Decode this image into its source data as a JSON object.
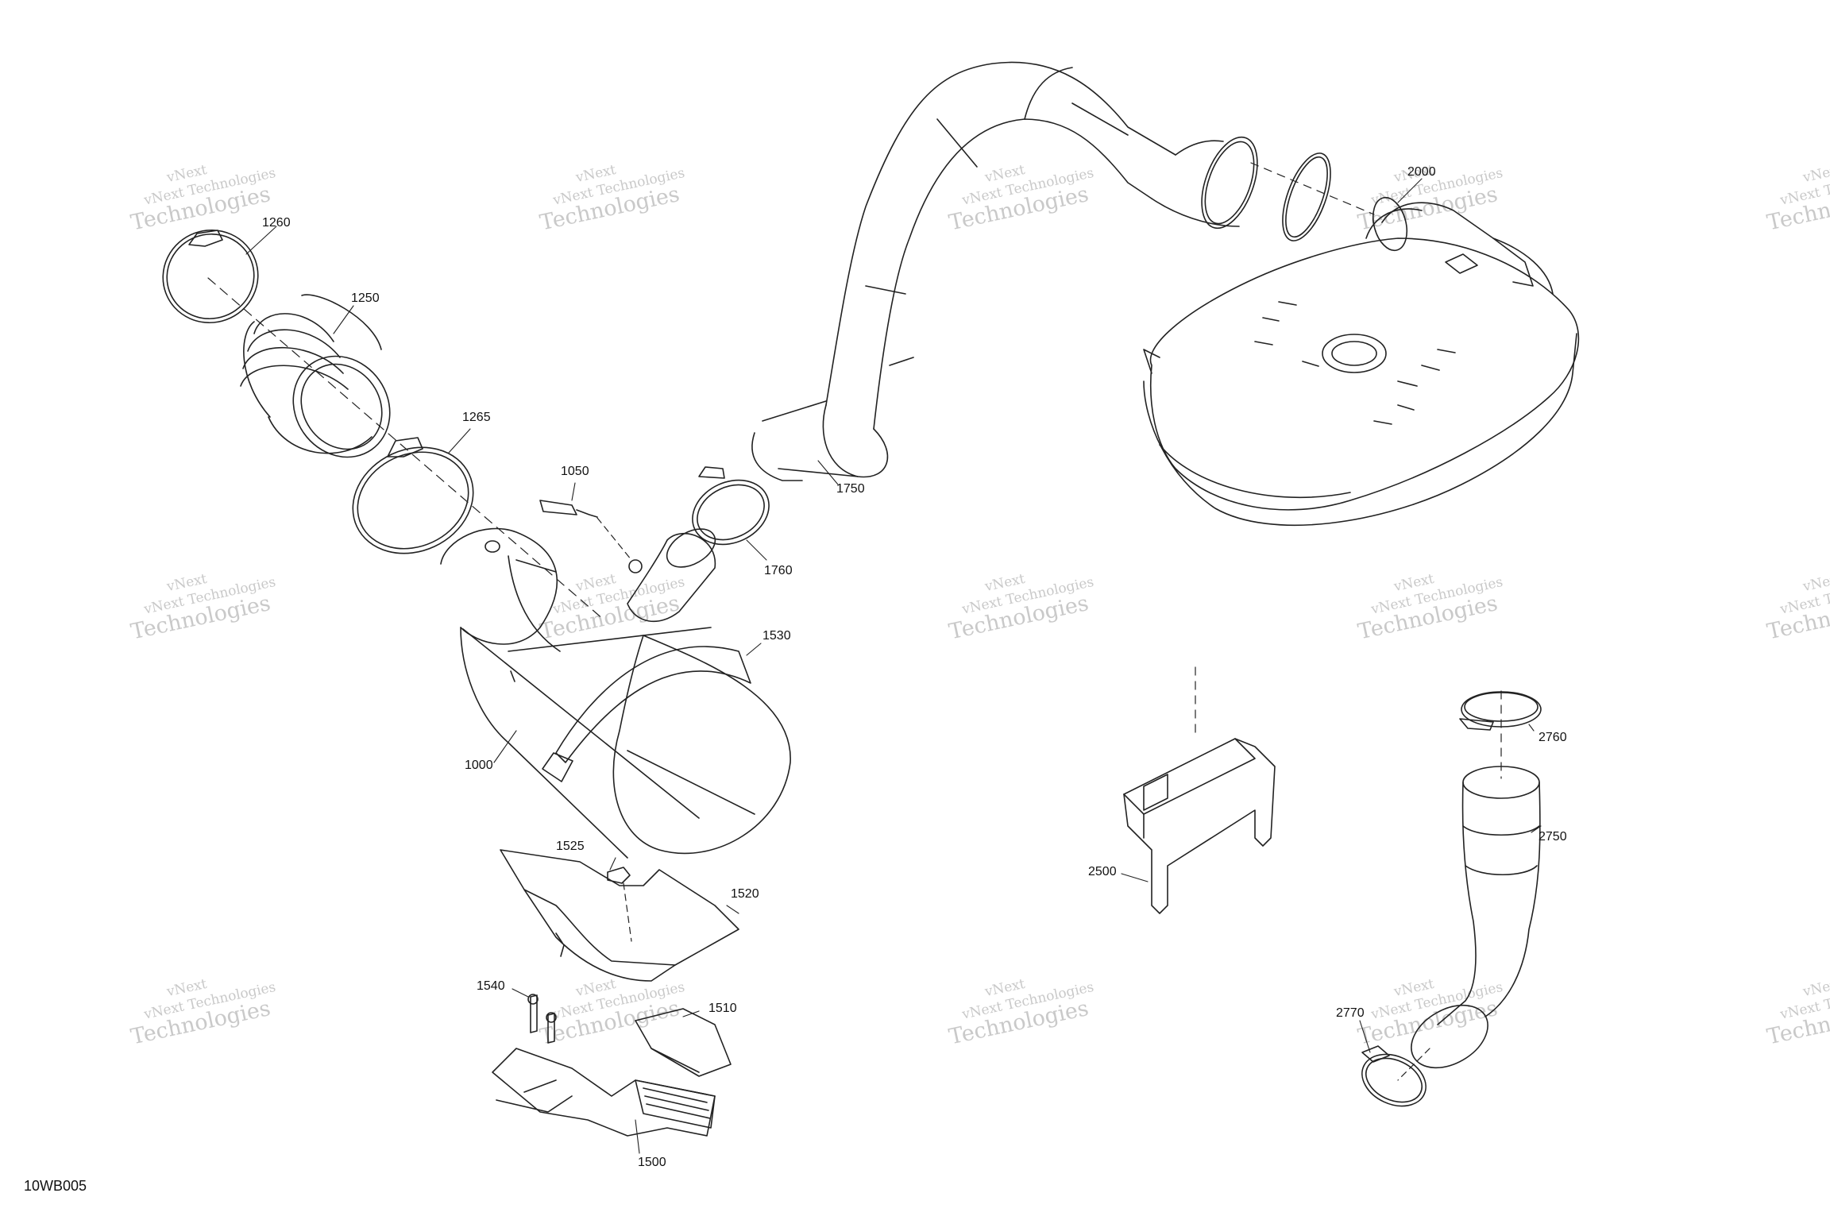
{
  "diagram_id": "10WB005",
  "watermark": {
    "line1": "vNext Technologies",
    "line2": "Technologies",
    "line3": "vNext"
  },
  "parts": [
    {
      "label": "1260"
    },
    {
      "label": "1250"
    },
    {
      "label": "1265"
    },
    {
      "label": "1050"
    },
    {
      "label": "1750"
    },
    {
      "label": "1760"
    },
    {
      "label": "2000"
    },
    {
      "label": "1530"
    },
    {
      "label": "1000"
    },
    {
      "label": "1525"
    },
    {
      "label": "1520"
    },
    {
      "label": "2760"
    },
    {
      "label": "2750"
    },
    {
      "label": "2500"
    },
    {
      "label": "1540"
    },
    {
      "label": "1510"
    },
    {
      "label": "2770"
    },
    {
      "label": "1500"
    }
  ]
}
